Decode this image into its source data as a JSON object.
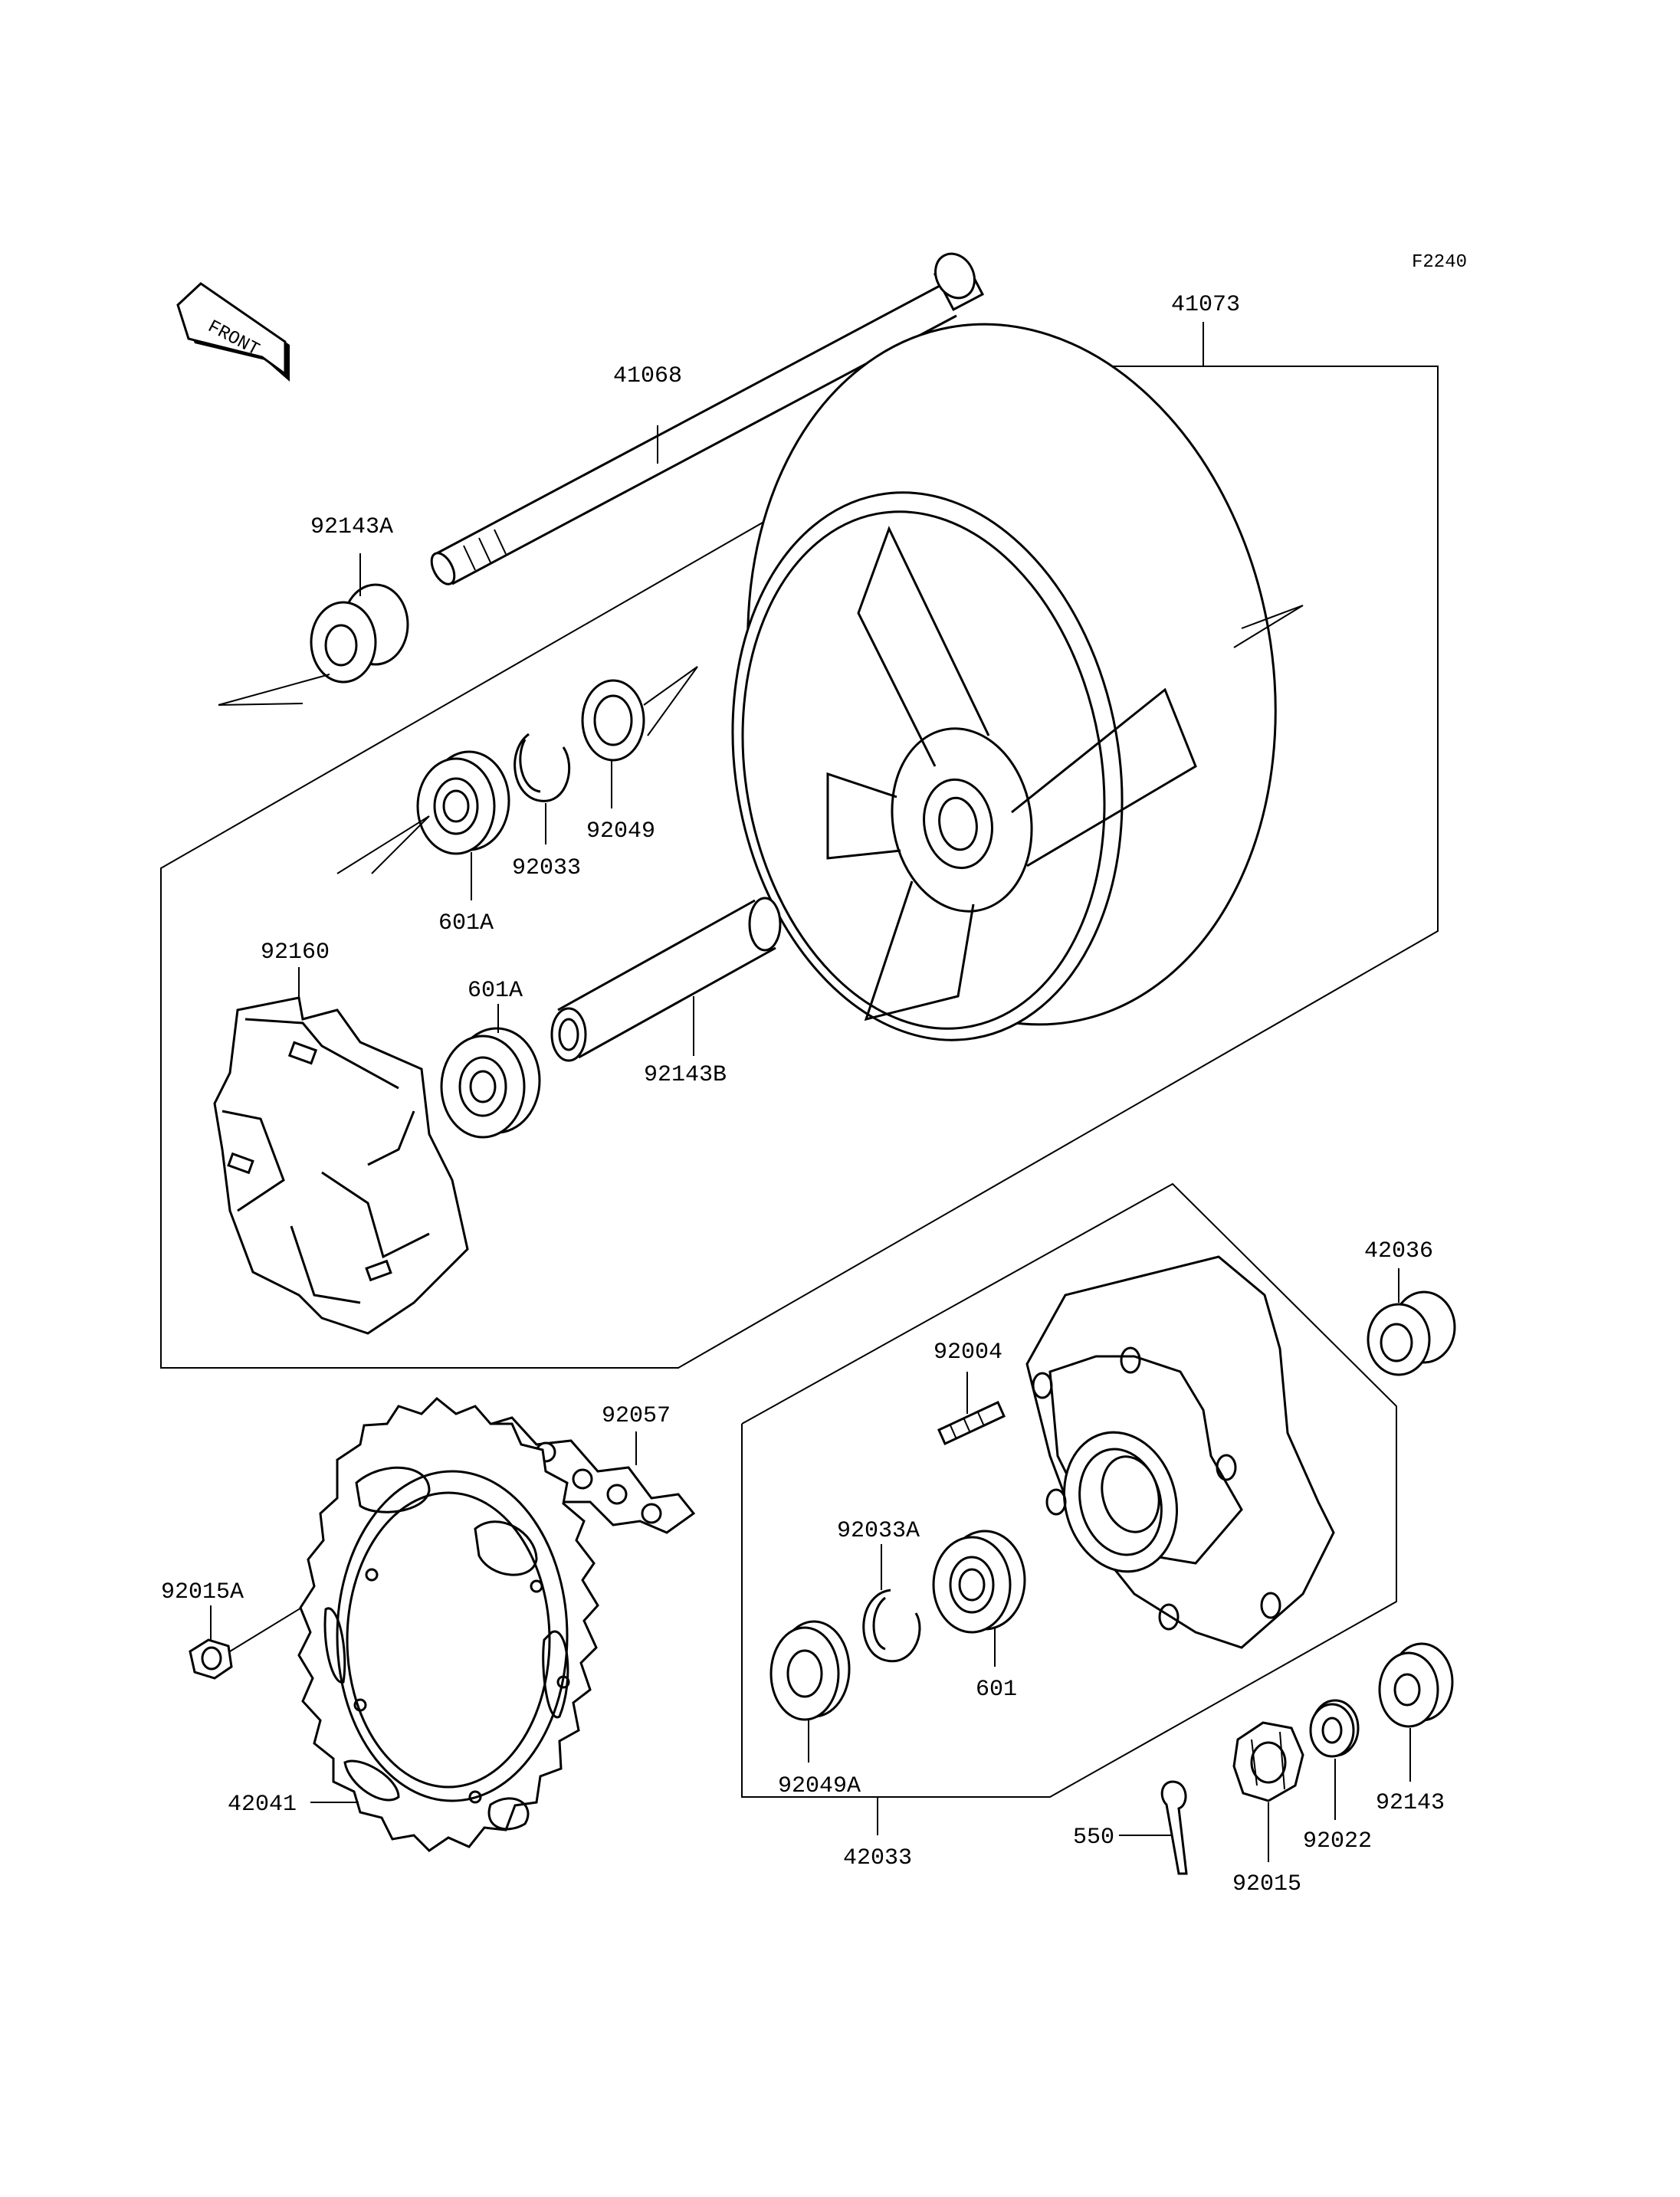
{
  "figure_code": "F2240",
  "front_badge": "FRONT",
  "callouts": [
    {
      "id": "41073",
      "text": "41073"
    },
    {
      "id": "41068",
      "text": "41068"
    },
    {
      "id": "92143A",
      "text": "92143A"
    },
    {
      "id": "92049",
      "text": "92049"
    },
    {
      "id": "92033",
      "text": "92033"
    },
    {
      "id": "601A-upper",
      "text": "601A"
    },
    {
      "id": "92160",
      "text": "92160"
    },
    {
      "id": "601A-lower",
      "text": "601A"
    },
    {
      "id": "92143B",
      "text": "92143B"
    },
    {
      "id": "42036",
      "text": "42036"
    },
    {
      "id": "92004",
      "text": "92004"
    },
    {
      "id": "92057",
      "text": "92057"
    },
    {
      "id": "92033A",
      "text": "92033A"
    },
    {
      "id": "92015A",
      "text": "92015A"
    },
    {
      "id": "601",
      "text": "601"
    },
    {
      "id": "92049A",
      "text": "92049A"
    },
    {
      "id": "42041",
      "text": "42041"
    },
    {
      "id": "42033",
      "text": "42033"
    },
    {
      "id": "550",
      "text": "550"
    },
    {
      "id": "92015",
      "text": "92015"
    },
    {
      "id": "92022",
      "text": "92022"
    },
    {
      "id": "92143",
      "text": "92143"
    }
  ]
}
